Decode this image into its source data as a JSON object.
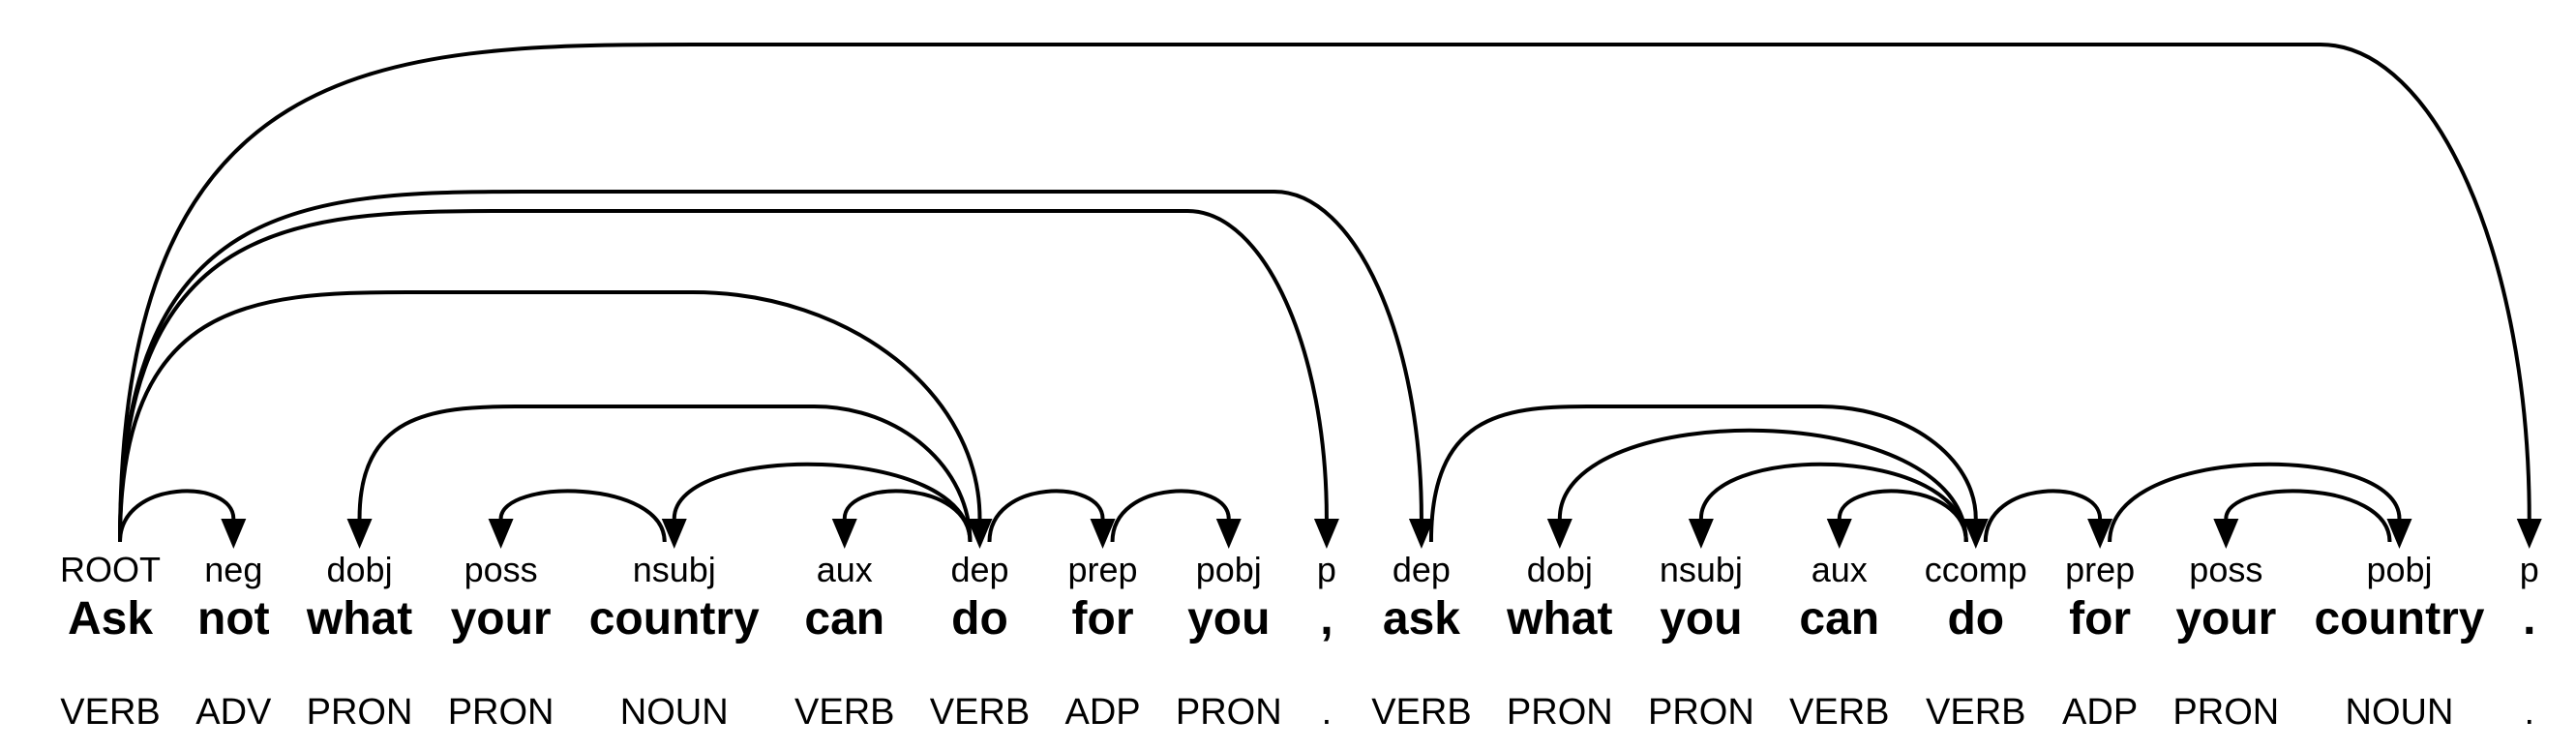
{
  "diagram": {
    "kind": "dependency-parse",
    "sentence": "Ask not what your country can do for you , ask what you can do for your country .",
    "background_color": "#ffffff",
    "line_color": "#000000",
    "text_color": "#000000"
  },
  "tokens": [
    {
      "text": "Ask",
      "dep": "ROOT",
      "pos": "VERB"
    },
    {
      "text": "not",
      "dep": "neg",
      "pos": "ADV"
    },
    {
      "text": "what",
      "dep": "dobj",
      "pos": "PRON"
    },
    {
      "text": "your",
      "dep": "poss",
      "pos": "PRON"
    },
    {
      "text": "country",
      "dep": "nsubj",
      "pos": "NOUN"
    },
    {
      "text": "can",
      "dep": "aux",
      "pos": "VERB"
    },
    {
      "text": "do",
      "dep": "dep",
      "pos": "VERB"
    },
    {
      "text": "for",
      "dep": "prep",
      "pos": "ADP"
    },
    {
      "text": "you",
      "dep": "pobj",
      "pos": "PRON"
    },
    {
      "text": ",",
      "dep": "p",
      "pos": "."
    },
    {
      "text": "ask",
      "dep": "dep",
      "pos": "VERB"
    },
    {
      "text": "what",
      "dep": "dobj",
      "pos": "PRON"
    },
    {
      "text": "you",
      "dep": "nsubj",
      "pos": "PRON"
    },
    {
      "text": "can",
      "dep": "aux",
      "pos": "VERB"
    },
    {
      "text": "do",
      "dep": "ccomp",
      "pos": "VERB"
    },
    {
      "text": "for",
      "dep": "prep",
      "pos": "ADP"
    },
    {
      "text": "your",
      "dep": "poss",
      "pos": "PRON"
    },
    {
      "text": "country",
      "dep": "pobj",
      "pos": "NOUN"
    },
    {
      "text": ".",
      "dep": "p",
      "pos": "."
    }
  ],
  "arcs": [
    {
      "head": 0,
      "dep": 1,
      "label": "neg"
    },
    {
      "head": 6,
      "dep": 2,
      "label": "dobj"
    },
    {
      "head": 4,
      "dep": 3,
      "label": "poss"
    },
    {
      "head": 6,
      "dep": 4,
      "label": "nsubj"
    },
    {
      "head": 6,
      "dep": 5,
      "label": "aux"
    },
    {
      "head": 0,
      "dep": 6,
      "label": "dep"
    },
    {
      "head": 6,
      "dep": 7,
      "label": "prep"
    },
    {
      "head": 7,
      "dep": 8,
      "label": "pobj"
    },
    {
      "head": 0,
      "dep": 9,
      "label": "p"
    },
    {
      "head": 0,
      "dep": 10,
      "label": "dep"
    },
    {
      "head": 10,
      "dep": 14,
      "label": "ccomp"
    },
    {
      "head": 14,
      "dep": 11,
      "label": "dobj"
    },
    {
      "head": 14,
      "dep": 12,
      "label": "nsubj"
    },
    {
      "head": 14,
      "dep": 13,
      "label": "aux"
    },
    {
      "head": 14,
      "dep": 15,
      "label": "prep"
    },
    {
      "head": 15,
      "dep": 17,
      "label": "pobj"
    },
    {
      "head": 17,
      "dep": 16,
      "label": "poss"
    },
    {
      "head": 0,
      "dep": 18,
      "label": "p"
    }
  ]
}
